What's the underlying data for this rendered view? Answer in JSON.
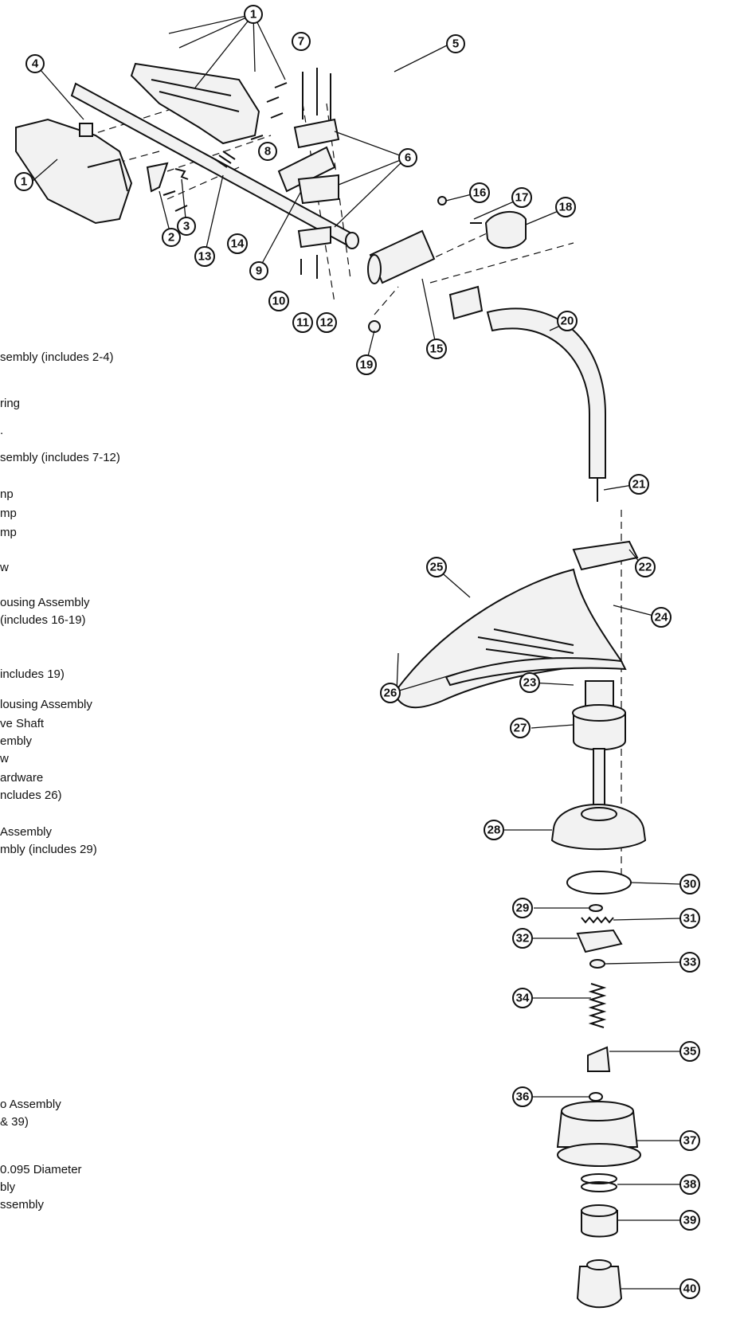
{
  "legend_lines": [
    "sembly (includes 2-4)",
    "ring",
    ".",
    "sembly (includes 7-12)",
    "np",
    "mp",
    "mp",
    "w",
    "ousing Assembly",
    "(includes 16-19)",
    "includes 19)",
    "lousing Assembly",
    "ve Shaft",
    "embly",
    "w",
    "ardware",
    "ncludes 26)",
    "Assembly",
    "mbly (includes 29)",
    "o Assembly",
    "& 39)",
    "0.095 Diameter",
    "bly",
    "ssembly"
  ],
  "callouts": [
    "1",
    "1",
    "2",
    "3",
    "4",
    "5",
    "6",
    "7",
    "8",
    "9",
    "10",
    "11",
    "12",
    "13",
    "14",
    "15",
    "16",
    "17",
    "18",
    "19",
    "20",
    "21",
    "22",
    "23",
    "24",
    "25",
    "26",
    "27",
    "28",
    "29",
    "30",
    "31",
    "32",
    "33",
    "34",
    "35",
    "36",
    "37",
    "38",
    "39",
    "40"
  ]
}
